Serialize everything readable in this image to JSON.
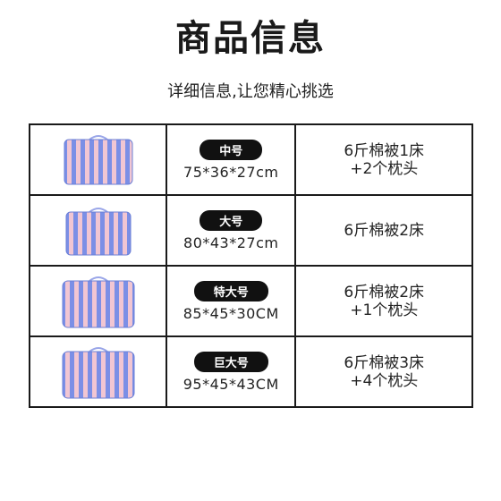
{
  "header": {
    "title": "商品信息",
    "subtitle": "详细信息,让您精心挑选"
  },
  "colors": {
    "stripe_blue": "#7b8fe6",
    "stripe_pink": "#f1c6d3",
    "badge_bg": "#111111"
  },
  "rows": [
    {
      "size_label": "中号",
      "dimensions": "75*36*27cm",
      "capacity_line1": "6斤棉被1床",
      "capacity_line2": "+2个枕头"
    },
    {
      "size_label": "大号",
      "dimensions": "80*43*27cm",
      "capacity_line1": "6斤棉被2床",
      "capacity_line2": ""
    },
    {
      "size_label": "特大号",
      "dimensions": "85*45*30CM",
      "capacity_line1": "6斤棉被2床",
      "capacity_line2": "+1个枕头"
    },
    {
      "size_label": "巨大号",
      "dimensions": "95*45*43CM",
      "capacity_line1": "6斤棉被3床",
      "capacity_line2": "+4个枕头"
    }
  ]
}
